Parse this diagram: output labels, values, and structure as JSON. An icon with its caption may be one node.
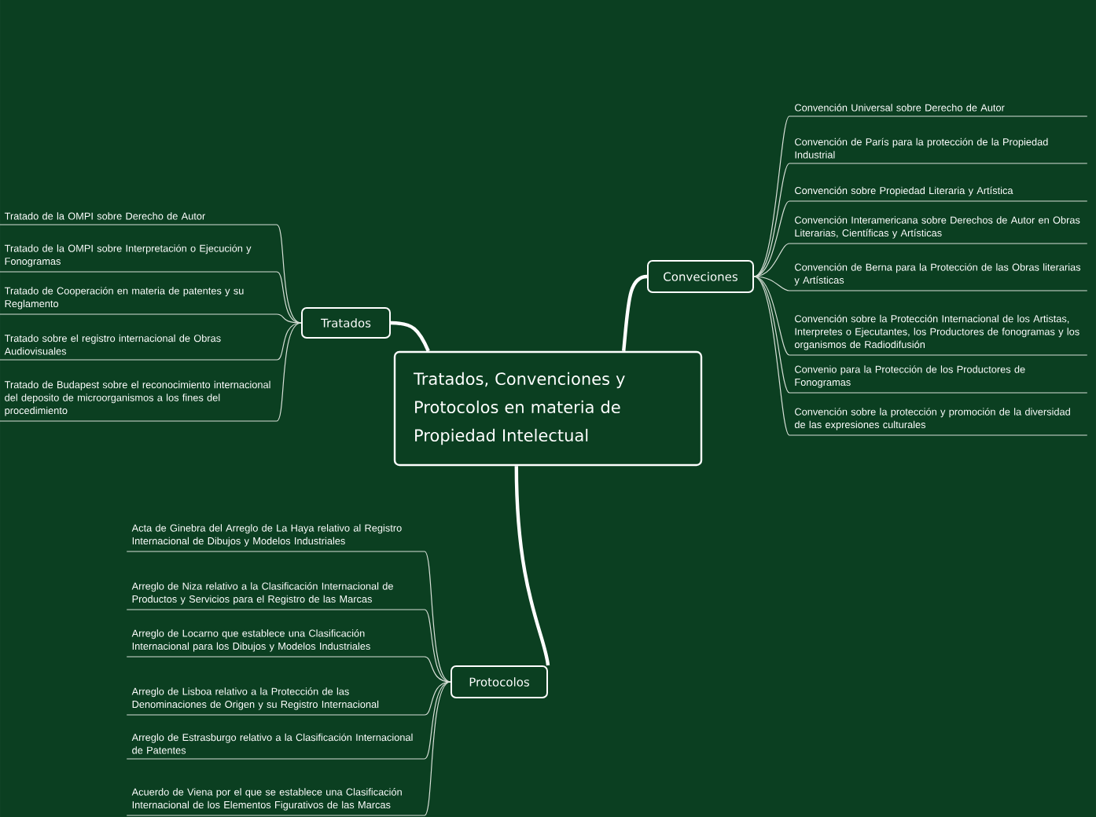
{
  "diagram": {
    "nodes": [
      {
        "text": [
          "Tratados, Convenciones y Protocolos en materia de Propiedad Intelectual"
        ]
      },
      {
        "text": [
          "Tratados"
        ]
      },
      {
        "text": [
          "Tratado de la OMPI sobre Derecho de Autor"
        ]
      },
      {
        "text": [
          "Tratado de la OMPI sobre Interpretación o Ejecución y Fonogramas"
        ]
      },
      {
        "text": [
          "Tratado de Cooperación en materia de patentes y su Reglamento"
        ]
      },
      {
        "text": [
          "Tratado sobre el registro internacional de Obras Audiovisuales"
        ]
      },
      {
        "text": [
          "Tratado de Budapest sobre el reconocimiento internacional del deposito de microorganismos a los fines del procedimiento"
        ]
      },
      {
        "text": [
          "Conveciones"
        ]
      },
      {
        "text": [
          "Convención Universal sobre Derecho de Autor"
        ]
      },
      {
        "text": [
          "Convención de París para la protección de la Propiedad Industrial"
        ]
      },
      {
        "text": [
          "Convención sobre Propiedad Literaria y Artística"
        ]
      },
      {
        "text": [
          "Convención Interamericana sobre Derechos de Autor en Obras Literarias, Científicas y Artísticas"
        ]
      },
      {
        "text": [
          "Convención de Berna para la Protección de las Obras literarias y Artísticas"
        ]
      },
      {
        "text": [
          "Convención sobre la Protección Internacional de los Artistas, Interpretes o Ejecutantes, los Productores de fonogramas y los organismos de Radiodifusión"
        ]
      },
      {
        "text": [
          "Convenio para la Protección de los Productores de Fonogramas"
        ]
      },
      {
        "text": [
          "Convención sobre la protección y promoción de la diversidad de las expresiones culturales"
        ]
      },
      {
        "text": [
          "Protocolos"
        ]
      },
      {
        "text": [
          "Acta de Ginebra del Arreglo de La Haya relativo al Registro Internacional de Dibujos y Modelos Industriales"
        ]
      },
      {
        "text": [
          "Arreglo de Niza relativo a la Clasificación Internacional de Productos y Servicios para el Registro de las Marcas"
        ]
      },
      {
        "text": [
          "Arreglo de Locarno que establece una Clasificación Internacional para los Dibujos y Modelos Industriales"
        ]
      },
      {
        "text": [
          "Arreglo de Lisboa relativo a la Protección de las Denominaciones de Origen y su Registro Internacional"
        ]
      },
      {
        "text": [
          "Arreglo de Estrasburgo relativo a la Clasificación Internacional de Patentes"
        ]
      },
      {
        "text": [
          "Acuerdo de Viena por el que se establece una Clasificación Internacional de los Elementos Figurativos de las Marcas"
        ]
      }
    ],
    "edges": [
      {
        "from": 0,
        "to": 1,
        "arrow": "none",
        "style": "thick"
      },
      {
        "from": 0,
        "to": 7,
        "arrow": "none",
        "style": "thick"
      },
      {
        "from": 0,
        "to": 16,
        "arrow": "none",
        "style": "thick"
      },
      {
        "from": 1,
        "to": 2,
        "arrow": "none"
      },
      {
        "from": 1,
        "to": 3,
        "arrow": "none"
      },
      {
        "from": 1,
        "to": 4,
        "arrow": "none"
      },
      {
        "from": 1,
        "to": 5,
        "arrow": "none"
      },
      {
        "from": 1,
        "to": 6,
        "arrow": "none"
      },
      {
        "from": 7,
        "to": 8,
        "arrow": "none"
      },
      {
        "from": 7,
        "to": 9,
        "arrow": "none"
      },
      {
        "from": 7,
        "to": 10,
        "arrow": "none"
      },
      {
        "from": 7,
        "to": 11,
        "arrow": "none"
      },
      {
        "from": 7,
        "to": 12,
        "arrow": "none"
      },
      {
        "from": 7,
        "to": 13,
        "arrow": "none"
      },
      {
        "from": 7,
        "to": 14,
        "arrow": "none"
      },
      {
        "from": 7,
        "to": 15,
        "arrow": "none"
      },
      {
        "from": 16,
        "to": 17,
        "arrow": "none"
      },
      {
        "from": 16,
        "to": 18,
        "arrow": "none"
      },
      {
        "from": 16,
        "to": 19,
        "arrow": "none"
      },
      {
        "from": 16,
        "to": 20,
        "arrow": "none"
      },
      {
        "from": 16,
        "to": 21,
        "arrow": "none"
      },
      {
        "from": 16,
        "to": 22,
        "arrow": "none"
      }
    ]
  }
}
